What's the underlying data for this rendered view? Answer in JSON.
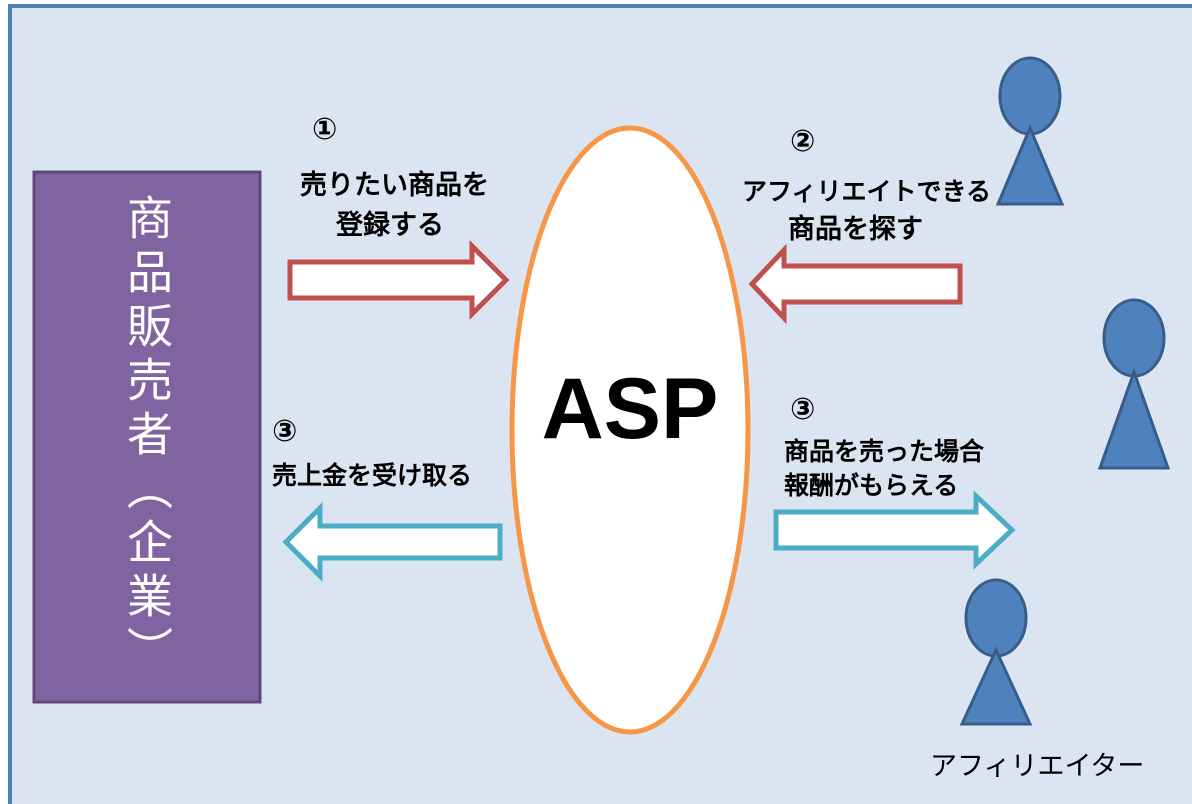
{
  "diagram": {
    "center_label": "ASP",
    "seller_label": "商品販売者（企業）",
    "affiliater_label": "アフィリエイター",
    "step1": {
      "num": "①",
      "line1": "売りたい商品を",
      "line2": "登録する"
    },
    "step2": {
      "num": "②",
      "line1": "アフィリエイトできる",
      "line2": "商品を探す"
    },
    "step3_left": {
      "num": "③",
      "line1": "売上金を受け取る"
    },
    "step3_right": {
      "num": "③",
      "line1": "商品を売った場合",
      "line2": "報酬がもらえる"
    },
    "colors": {
      "background": "#dbe5f1",
      "frame": "#4f81bd",
      "seller_box": "#8064a2",
      "ellipse_stroke": "#f79646",
      "arrow_red": "#c0504d",
      "arrow_blue": "#4bacc6",
      "person": "#4f81bd"
    }
  }
}
